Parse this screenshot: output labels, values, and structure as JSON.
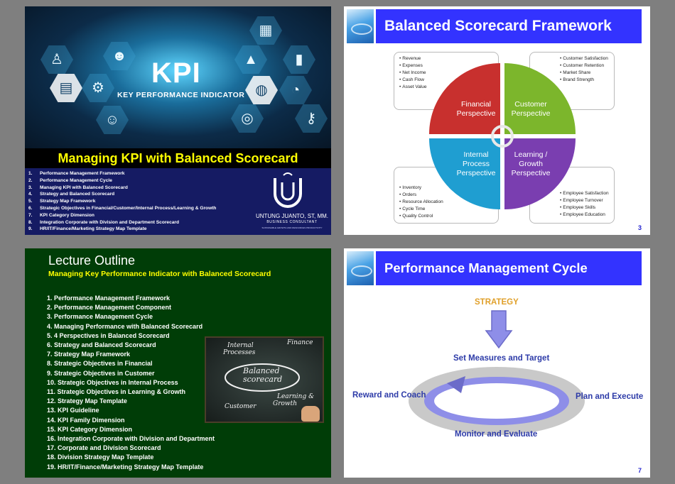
{
  "slide1": {
    "kpi_big": "KPI",
    "kpi_sub": "KEY PERFORMANCE INDICATOR",
    "title": "Managing KPI with Balanced Scorecard",
    "items": [
      {
        "n": "1.",
        "t": "Performance Management Framework"
      },
      {
        "n": "2.",
        "t": "Performance Management Cycle"
      },
      {
        "n": "3.",
        "t": "Managing KPI with Balanced Scorecard"
      },
      {
        "n": "4.",
        "t": "Strategy and Balanced Scorecard"
      },
      {
        "n": "5.",
        "t": "Strategy Map Framework"
      },
      {
        "n": "6.",
        "t": "Strategic Objectives in Financial/Customer/Internal Process/Learning & Growth"
      },
      {
        "n": "7.",
        "t": "KPI Category Dimension"
      },
      {
        "n": "8.",
        "t": "Integration Corporate with Division and Department Scorecard"
      },
      {
        "n": "9.",
        "t": "HR/IT/Finance/Marketing Strategy Map Template"
      }
    ],
    "brand_name": "UNTUNG JUANTO, ST, MM.",
    "brand_tag": "BUSINESS CONSULTANT",
    "brand_fine": "SUSTAINABLE GROWTH AND RESOURCES PRODUCTIVITY"
  },
  "slide2": {
    "title": "Balanced Scorecard Framework",
    "page": "3",
    "financial": [
      "Revenue",
      "Expenses",
      "Net Income",
      "Cash Flow",
      "Asset Value"
    ],
    "customer": [
      "Customer Satisfaction",
      "Customer Retention",
      "Market Share",
      "Brand Strength"
    ],
    "internal": [
      "Inventory",
      "Orders",
      "Resource Allocation",
      "Cycle Time",
      "Quality Control"
    ],
    "learning": [
      "Employee Satisfaction",
      "Employee Turnover",
      "Employee Skills",
      "Employee Education"
    ],
    "q_financial": [
      "Financial",
      "Perspective"
    ],
    "q_customer": [
      "Customer",
      "Perspective"
    ],
    "q_internal": [
      "Internal",
      "Process",
      "Perspective"
    ],
    "q_learning": [
      "Learning /",
      "Growth",
      "Perspective"
    ],
    "colors": {
      "financial": "#c8302e",
      "customer": "#7cb62c",
      "internal": "#1f9ed1",
      "learning": "#7a3eb0"
    }
  },
  "slide3": {
    "heading": "Lecture Outline",
    "subheading": "Managing Key Performance Indicator with Balanced Scorecard",
    "items": [
      "1.   Performance Management Framework",
      "2.   Performance Management Component",
      "3.   Performance Management Cycle",
      "4.   Managing Performance with Balanced Scorecard",
      "5.   4 Perspectives in Balanced Scorecard",
      "6.   Strategy and Balanced Scorecard",
      "7.   Strategy Map Framework",
      "8.   Strategic Objectives in Financial",
      "9.   Strategic Objectives in Customer",
      "10. Strategic Objectives in Internal Process",
      "11. Strategic Objectives in Learning & Growth",
      "12. Strategy Map Template",
      "13. KPI Guideline",
      "14. KPI Family Dimension",
      "15. KPI Category Dimension",
      "16. Integration Corporate with Division and Department",
      "17. Corporate and Division Scorecard",
      "18. Division Strategy Map Template",
      "19. HR/IT/Finance/Marketing Strategy Map Template"
    ],
    "chalk": {
      "internal": "Internal",
      "processes": "Processes",
      "finance": "Finance",
      "balanced": "Balanced",
      "scorecard": "scorecard",
      "customer": "Customer",
      "learning": "Learning &",
      "growth": "Growth"
    }
  },
  "slide4": {
    "title": "Performance Management Cycle",
    "strategy": "STRATEGY",
    "set_measures": "Set Measures and Target",
    "plan_execute": "Plan and Execute",
    "monitor": "Monitor and Evaluate",
    "reward": "Reward and Coach",
    "page": "7"
  }
}
